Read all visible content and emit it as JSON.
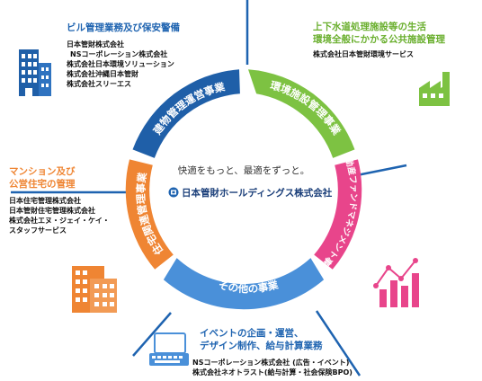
{
  "colors": {
    "building": "#1f5fa8",
    "environment": "#7dc242",
    "realestate": "#e8458b",
    "other": "#4a90d9",
    "housing": "#ef8533",
    "accent_blue": "#1e63b0"
  },
  "center": {
    "tagline": "快適をもっと、最適をずっと。",
    "company": "日本管財ホールディングス株式会社"
  },
  "segments": {
    "building": {
      "label": "建物管理運営事業",
      "icon": "office-building-icon"
    },
    "environment": {
      "label": "環境施設管理事業",
      "icon": "factory-icon"
    },
    "realestate": {
      "label": "不動産ファンドマネジメント事業",
      "icon": "growth-chart-icon"
    },
    "other": {
      "label": "その他の事業",
      "icon": "keyboard-icon"
    },
    "housing": {
      "label": "住宅関連管理事業",
      "icon": "apartment-icon"
    }
  },
  "groups": {
    "building": {
      "title": "ビル管理業務及び保安警備",
      "companies": [
        "日本管財株式会社",
        "NSコーポレーション株式会社",
        "株式会社日本環境ソリューション",
        "株式会社沖縄日本管財",
        "株式会社スリーエス"
      ]
    },
    "environment": {
      "title_lines": [
        "上下水道処理施設等の生活",
        "環境全般にかかる公共施設管理"
      ],
      "companies": [
        "株式会社日本管財環境サービス"
      ]
    },
    "housing": {
      "title_lines": [
        "マンション及び",
        "公営住宅の管理"
      ],
      "companies": [
        "日本住宅管理株式会社",
        "日本管財住宅管理株式会社",
        "株式会社エヌ・ジェイ・ケイ・",
        "スタッフサービス"
      ]
    },
    "other": {
      "title_lines": [
        "イベントの企画・運営、",
        "デザイン制作、給与計算業務"
      ],
      "companies": [
        "NSコーポレーション株式会社 (広告・イベント)",
        "株式会社ネオトラスト(給与計算・社会保険BPO)"
      ]
    }
  }
}
